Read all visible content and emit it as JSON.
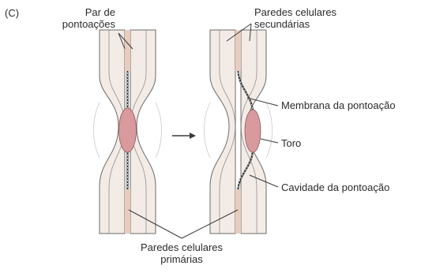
{
  "panel_label": "(C)",
  "labels": {
    "pair_line1": "Par de",
    "pair_line2": "pontoações",
    "secondary_line1": "Paredes celulares",
    "secondary_line2": "secundárias",
    "membrane": "Membrana da pontoação",
    "torus": "Toro",
    "cavity": "Cavidade da pontoação",
    "primary_line1": "Paredes celulares",
    "primary_line2": "primárias"
  },
  "colors": {
    "wall_fill": "#f3ebe6",
    "wall_stroke": "#6b6b6b",
    "primary_wall_fill": "#e8cdbd",
    "torus_fill": "#d89a9d",
    "line": "#3a3a3a"
  }
}
